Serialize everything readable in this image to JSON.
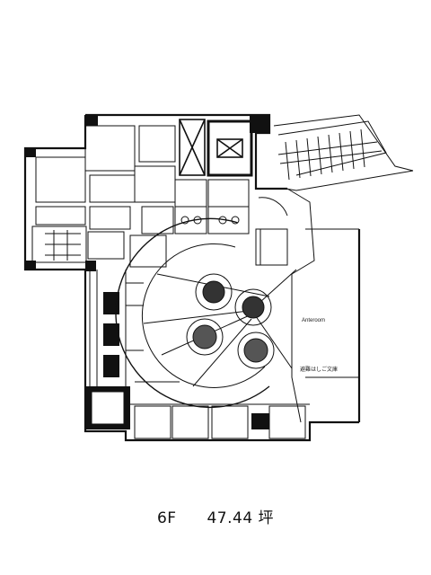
{
  "caption": {
    "floor": "6F",
    "area": "47.44 坪"
  },
  "plan_labels": {
    "hall_note": "Anteroom",
    "stair_note": "避難はしご文庫"
  }
}
